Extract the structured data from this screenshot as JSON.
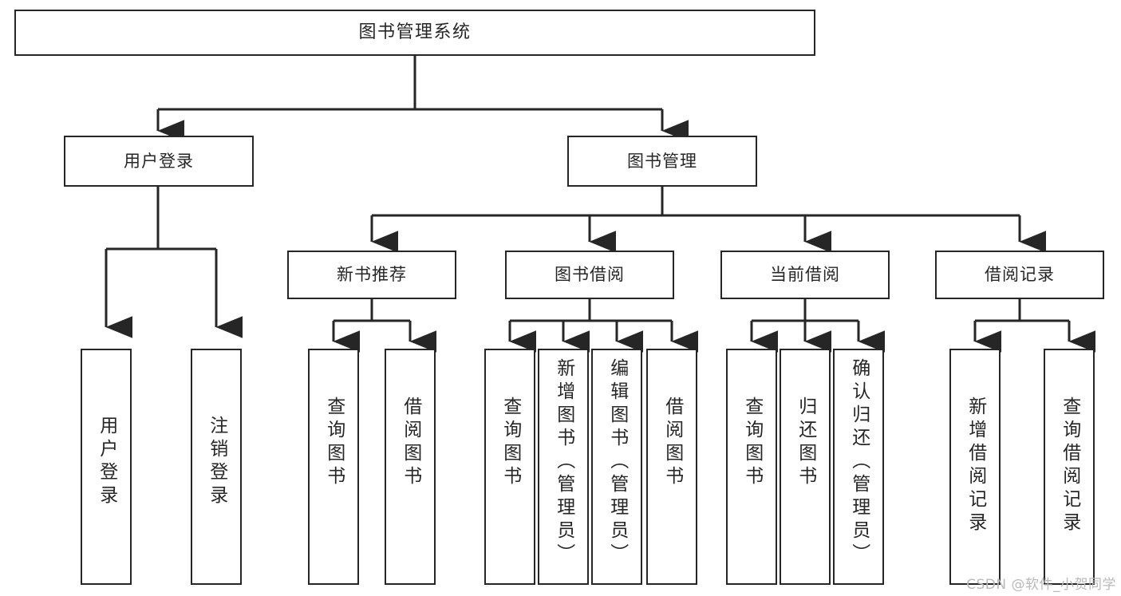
{
  "diagram": {
    "title": "图书管理系统",
    "type": "tree-hierarchy",
    "watermark": "CSDN @软件_小贺同学",
    "root": {
      "id": "root",
      "label": "图书管理系统"
    },
    "level2": [
      {
        "id": "user-login",
        "label": "用户登录"
      },
      {
        "id": "book-manage",
        "label": "图书管理"
      }
    ],
    "level3": [
      {
        "id": "new-book-recommend",
        "label": "新书推荐",
        "parent": "book-manage"
      },
      {
        "id": "book-borrow",
        "label": "图书借阅",
        "parent": "book-manage"
      },
      {
        "id": "current-borrow",
        "label": "当前借阅",
        "parent": "book-manage"
      },
      {
        "id": "borrow-record",
        "label": "借阅记录",
        "parent": "book-manage"
      }
    ],
    "leaves": {
      "user-login": [
        {
          "id": "leaf-user-login",
          "label": "用户登录"
        },
        {
          "id": "leaf-logout-login",
          "label": "注销登录"
        }
      ],
      "new-book-recommend": [
        {
          "id": "leaf-query-book-1",
          "label": "查询图书"
        },
        {
          "id": "leaf-borrow-book-1",
          "label": "借阅图书"
        }
      ],
      "book-borrow": [
        {
          "id": "leaf-query-book-2",
          "label": "查询图书"
        },
        {
          "id": "leaf-add-book",
          "label": "新增图书（管理员）"
        },
        {
          "id": "leaf-edit-book",
          "label": "编辑图书（管理员）"
        },
        {
          "id": "leaf-borrow-book-2",
          "label": "借阅图书"
        }
      ],
      "current-borrow": [
        {
          "id": "leaf-query-book-3",
          "label": "查询图书"
        },
        {
          "id": "leaf-return-book",
          "label": "归还图书"
        },
        {
          "id": "leaf-confirm-return",
          "label": "确认归还（管理员）"
        }
      ],
      "borrow-record": [
        {
          "id": "leaf-add-record",
          "label": "新增借阅记录"
        },
        {
          "id": "leaf-query-record",
          "label": "查询借阅记录"
        }
      ]
    },
    "colors": {
      "stroke": "#262626",
      "fill": "#ffffff",
      "text": "#262626",
      "watermark": "#b9b9b9"
    }
  }
}
